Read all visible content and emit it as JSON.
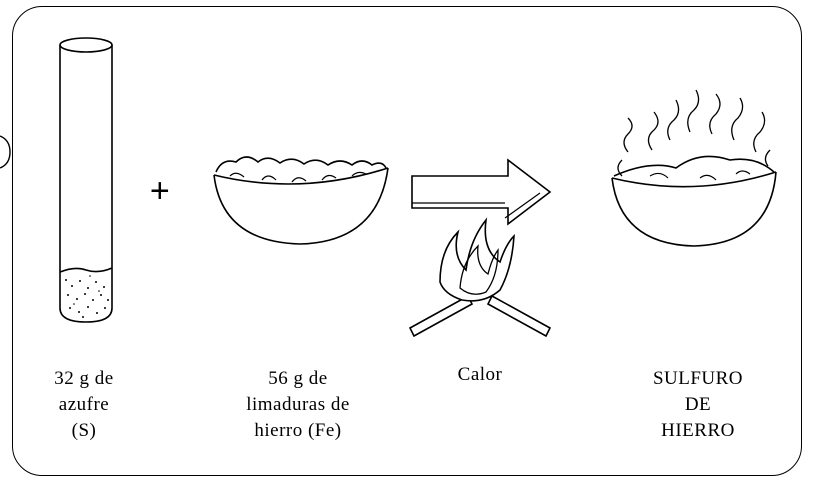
{
  "reactants": {
    "sulfur": {
      "lines": [
        "32 g de",
        "azufre",
        "(S)"
      ]
    },
    "plus_sign": "+",
    "iron": {
      "lines": [
        "56 g de",
        "limaduras de",
        "hierro (Fe)"
      ]
    }
  },
  "condition": {
    "label": "Calor"
  },
  "product": {
    "lines": [
      "SULFURO",
      "DE",
      "HIERRO"
    ]
  },
  "icons": [
    "test-tube-icon",
    "bowl-icon",
    "arrow-icon",
    "fire-icon",
    "steaming-bowl-icon"
  ]
}
